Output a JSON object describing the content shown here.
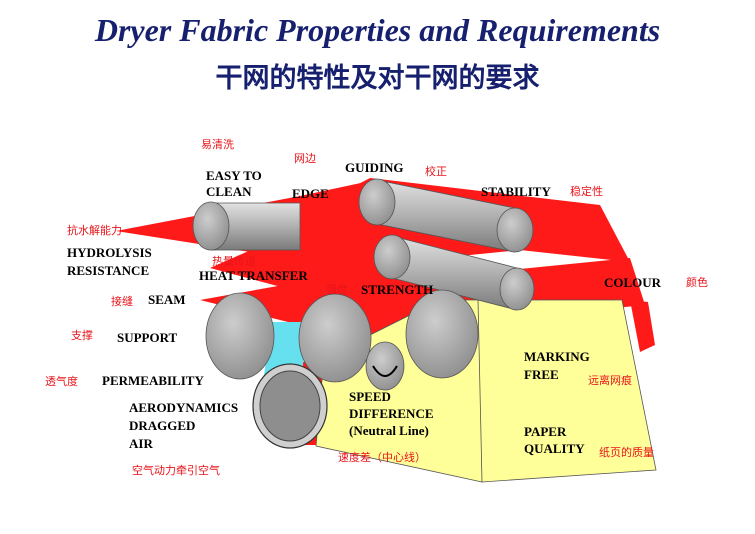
{
  "title": {
    "en": "Dryer Fabric Properties and Requirements",
    "cn": "干网的特性及对干网的要求"
  },
  "labels": {
    "easy_to_clean": {
      "en_1": "EASY TO",
      "en_2": "CLEAN",
      "cn": "易清洗"
    },
    "edge": {
      "en": "EDGE",
      "cn": "网边"
    },
    "guiding": {
      "en": "GUIDING",
      "cn": "校正"
    },
    "stability": {
      "en": "STABILITY",
      "cn": "稳定性"
    },
    "hydrolysis_resistance": {
      "en_1": "HYDROLYSIS",
      "en_2": "RESISTANCE",
      "cn": "抗水解能力"
    },
    "heat_transfer": {
      "en": "HEAT TRANSFER",
      "cn": "热量传递"
    },
    "strength": {
      "en": "STRENGTH",
      "cn": "强度"
    },
    "colour": {
      "en": "COLOUR",
      "cn": "颜色"
    },
    "seam": {
      "en": "SEAM",
      "cn": "接缝"
    },
    "support": {
      "en": "SUPPORT",
      "cn": "支撑"
    },
    "permeability": {
      "en": "PERMEABILITY",
      "cn": "透气度"
    },
    "aerodynamics": {
      "en_1": "AERODYNAMICS",
      "en_2": "DRAGGED",
      "en_3": "AIR",
      "cn": "空气动力牵引空气"
    },
    "speed_difference": {
      "en_1": "SPEED",
      "en_2": "DIFFERENCE",
      "en_3": "(Neutral Line)",
      "cn": "速度差（中心线）"
    },
    "marking_free": {
      "en_1": "MARKING",
      "en_2": "FREE",
      "cn": "远离网痕"
    },
    "paper_quality": {
      "en_1": "PAPER",
      "en_2": "QUALITY",
      "cn": "纸页的质量"
    }
  },
  "colors": {
    "title": "#16206e",
    "fabric_red": "#ff1a1a",
    "paper_yellow": "#ffff99",
    "roll_gray": "#a6a6a6",
    "cyan_gap": "#66e0ee",
    "chinese_text": "#e8141a"
  }
}
